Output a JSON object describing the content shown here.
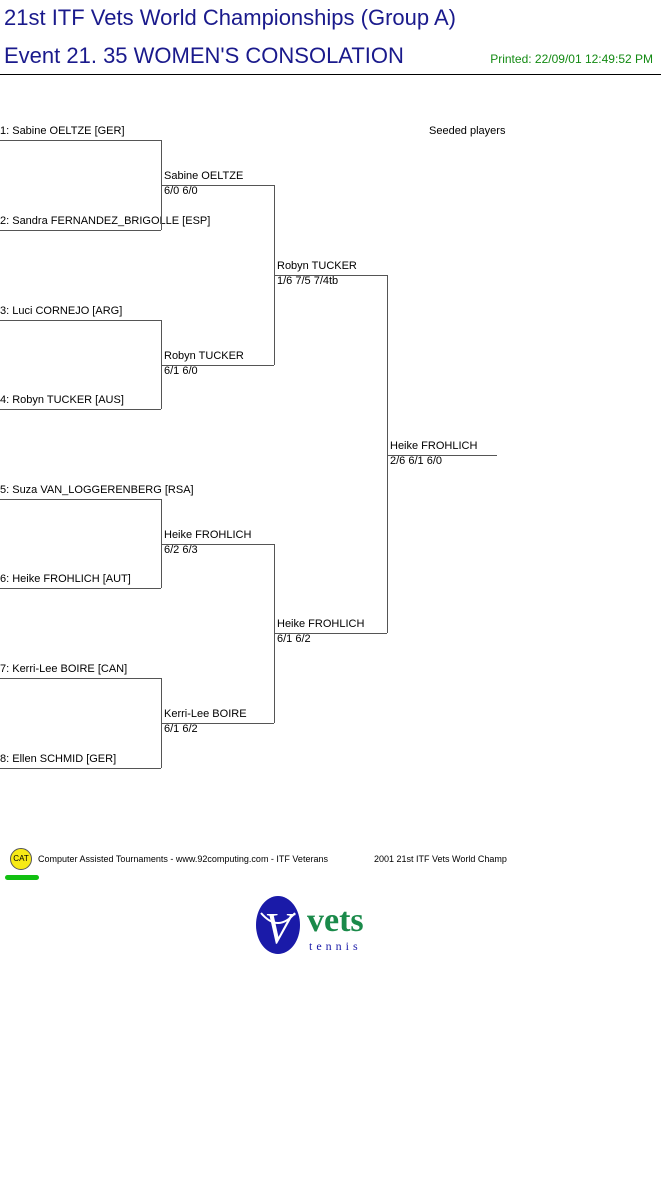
{
  "header": {
    "title": "21st ITF Vets World Championships (Group A)",
    "event": "Event 21. 35 WOMEN'S CONSOLATION",
    "printed": "Printed: 22/09/01 12:49:52 PM"
  },
  "seeded_label": "Seeded players",
  "round1": [
    "1: Sabine OELTZE [GER]",
    "2: Sandra FERNANDEZ_BRIGOLLE [ESP]",
    "3: Luci CORNEJO [ARG]",
    "4: Robyn TUCKER [AUS]",
    "5: Suza VAN_LOGGERENBERG [RSA]",
    "6: Heike FROHLICH [AUT]",
    "7: Kerri-Lee BOIRE [CAN]",
    "8: Ellen SCHMID [GER]"
  ],
  "round2": [
    {
      "name": "Sabine OELTZE",
      "score": "6/0 6/0"
    },
    {
      "name": "Robyn TUCKER",
      "score": "6/1 6/0"
    },
    {
      "name": "Heike FROHLICH",
      "score": "6/2 6/3"
    },
    {
      "name": "Kerri-Lee BOIRE",
      "score": "6/1 6/2"
    }
  ],
  "round3": [
    {
      "name": "Robyn TUCKER",
      "score": "1/6 7/5 7/4tb"
    },
    {
      "name": "Heike FROHLICH",
      "score": "6/1 6/2"
    }
  ],
  "winner": {
    "name": "Heike FROHLICH",
    "score": "2/6 6/1 6/0"
  },
  "footer": {
    "logo_text": "CAT",
    "credit": "Computer Assisted Tournaments - www.92computing.com -  ITF Veterans",
    "event": "2001 21st ITF Vets World Champ",
    "brand_v": "V",
    "brand_name": "vets",
    "brand_sub": "tennis"
  }
}
